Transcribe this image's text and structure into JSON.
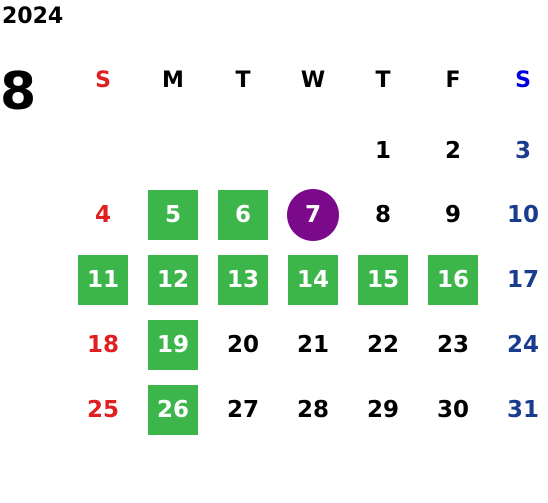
{
  "calendar": {
    "year": "2024",
    "month": "8",
    "weekdays": [
      "S",
      "M",
      "T",
      "W",
      "T",
      "F",
      "S"
    ],
    "first_weekday_index": 4,
    "days_in_month": 31,
    "highlighted_days": [
      5,
      6,
      11,
      12,
      13,
      14,
      15,
      16,
      19,
      26
    ],
    "today": 7
  },
  "colors": {
    "text_default": "#000000",
    "sunday": "#e02020",
    "saturday": "#1a3c8f",
    "saturday_header": "#0000e0",
    "sunday_header": "#e02020",
    "highlight_bg": "#3cb54a",
    "highlight_text": "#ffffff",
    "today_bg": "#7a0a8a",
    "today_text": "#ffffff"
  }
}
